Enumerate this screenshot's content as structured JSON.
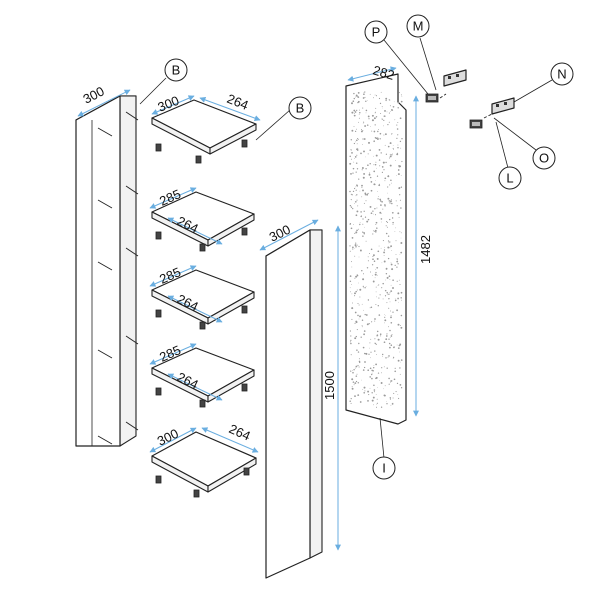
{
  "dimensions": {
    "side_panel_width": "300",
    "shelf1_depth": "300",
    "shelf1_width": "264",
    "shelf2_depth": "285",
    "shelf2_width": "264",
    "shelf3_depth": "285",
    "shelf3_width": "264",
    "shelf4_depth": "285",
    "shelf4_width": "264",
    "shelf5_depth": "300",
    "shelf5_width": "264",
    "door_width": "300",
    "door_height": "1500",
    "back_width": "282",
    "back_height": "1482"
  },
  "parts": {
    "B_top": "B",
    "B_side": "B",
    "P": "P",
    "M": "M",
    "N": "N",
    "O": "O",
    "L": "L",
    "I": "I"
  },
  "colors": {
    "dimension_line": "#6aaee0",
    "outline": "#222222",
    "back_panel_speckle": "#9a9a9a"
  }
}
